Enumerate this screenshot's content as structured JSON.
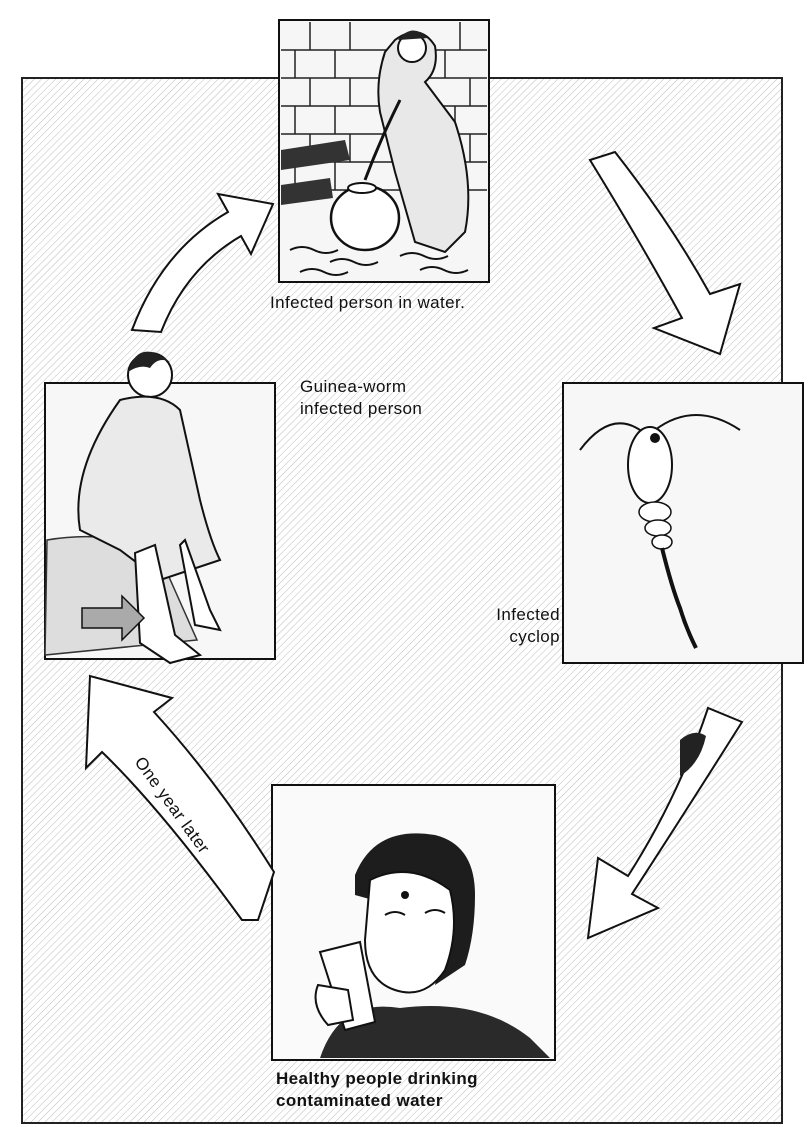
{
  "labels": {
    "top": "Infected person in water.",
    "left_line1": "Guinea-worm",
    "left_line2": "infected person",
    "right_line1": "Infected",
    "right_line2": "cyclop",
    "bottom_line1": "Healthy people drinking",
    "bottom_line2": "contaminated water",
    "arrow": "One year later"
  },
  "panels": [
    {
      "id": "top",
      "depicts": "woman-fetching-water-at-well"
    },
    {
      "id": "left",
      "depicts": "seated-infected-woman"
    },
    {
      "id": "right",
      "depicts": "cyclops-copepod"
    },
    {
      "id": "bottom",
      "depicts": "woman-drinking-from-glass"
    }
  ],
  "colors": {
    "background": "#ffffff",
    "ink": "#111111",
    "hatch": "#b8b8b8"
  }
}
